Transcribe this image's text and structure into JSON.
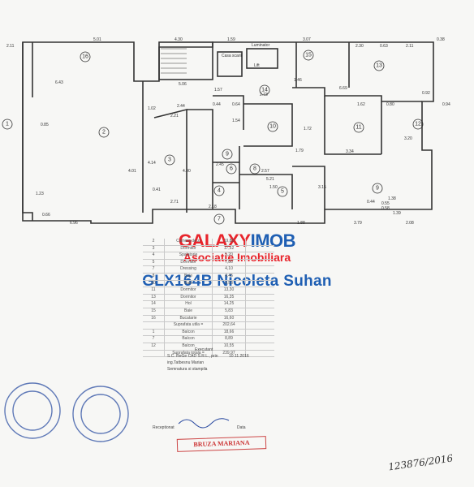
{
  "watermark": {
    "brand_part1": "GALAXY",
    "brand_part2": "IMOB",
    "association": "Asociatie Imobiliara",
    "agent": "GLX164B Nicoleta Suhan"
  },
  "plan": {
    "room_numbers": [
      "1",
      "2",
      "3",
      "4",
      "5",
      "6",
      "7",
      "8",
      "9",
      "10",
      "11",
      "12",
      "13",
      "14",
      "15",
      "16"
    ],
    "labels": {
      "luminator": "Luminator",
      "casa_scarii": "Casa scarii",
      "lift": "Lift"
    },
    "dimensions": [
      "2.11",
      "5.01",
      "4.30",
      "1.59",
      "3.07",
      "2.30",
      "0.63",
      "2.11",
      "0.38",
      "6.43",
      "5.06",
      "1.57",
      "1.46",
      "6.69",
      "2.44",
      "2.21",
      "1.02",
      "0.44",
      "0.64",
      "2.73",
      "1.72",
      "1.79",
      "3.34",
      "3.20",
      "0.80",
      "1.62",
      "4.14",
      "4.00",
      "4.01",
      "0.41",
      "2.71",
      "2.45",
      "2.18",
      "2.57",
      "1.54",
      "5.21",
      "0.44",
      "1.39",
      "3.79",
      "2.08",
      "6.96",
      "1.23",
      "0.66",
      "1.88",
      "1.50",
      "0.92",
      "0.94",
      "3.15",
      "1.38",
      "0.58",
      "0.85",
      "0.55"
    ]
  },
  "table": {
    "rows": [
      {
        "no": "2",
        "name": "Camera de zi",
        "area": "19,88"
      },
      {
        "no": "3",
        "name": "Dormitor",
        "area": "17,52"
      },
      {
        "no": "4",
        "name": "Spalatorie",
        "area": "5,20"
      },
      {
        "no": "5",
        "name": "Dormitor",
        "area": "7,80"
      },
      {
        "no": "7",
        "name": "Dressing",
        "area": "4,10"
      },
      {
        "no": "8",
        "name": "Baie",
        "area": "4,45"
      },
      {
        "no": "10",
        "name": "Baie",
        "area": "4,53"
      },
      {
        "no": "11",
        "name": "Dormitor",
        "area": "13,30"
      },
      {
        "no": "13",
        "name": "Dormitor",
        "area": "16,35"
      },
      {
        "no": "14",
        "name": "Hol",
        "area": "14,25"
      },
      {
        "no": "15",
        "name": "Baie",
        "area": "5,83"
      },
      {
        "no": "16",
        "name": "Bucatarie",
        "area": "16,60"
      },
      {
        "no": "",
        "name": "Suprafata utila =",
        "area": "202,64"
      },
      {
        "no": "1",
        "name": "Balcon",
        "area": "18,66"
      },
      {
        "no": "7",
        "name": "Balcon",
        "area": "8,89"
      },
      {
        "no": "12",
        "name": "Balcon",
        "area": "10,55"
      },
      {
        "no": "",
        "name": "Suprafata totala =",
        "area": "239,97"
      }
    ],
    "executant_label": "Executant",
    "executant_name": "S.C. ReGe CAD S.R.L., prin",
    "executant_person": "ing.Tatbesnu Marian",
    "date": "10.11.2016",
    "signature_label": "Semnatura si stampila",
    "receptionat": "Receptionat",
    "data_label": "Data"
  },
  "stamps": {
    "red_stamp": "BRUZA MARIANA",
    "handwritten": "123876/2016"
  }
}
